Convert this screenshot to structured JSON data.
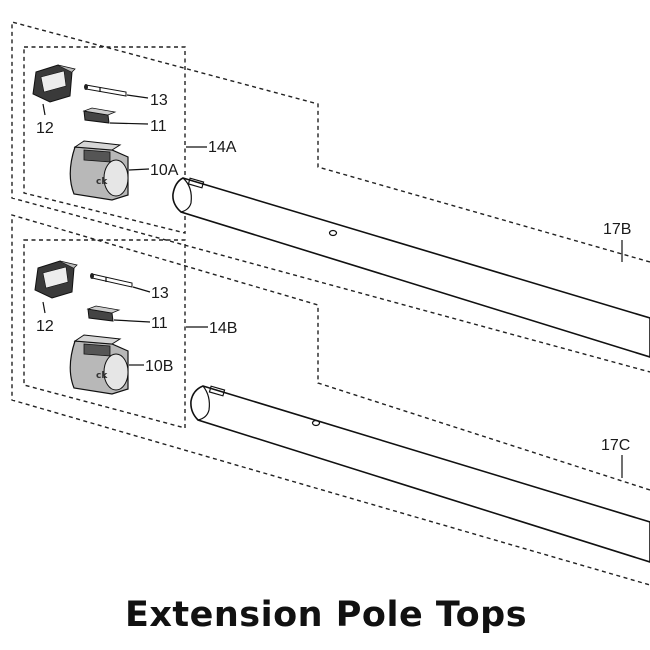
{
  "title": "Extension Pole Tops",
  "colors": {
    "line": "#111111",
    "background": "#ffffff"
  },
  "assemblies": [
    {
      "kit_label": "14A",
      "pole_label": "17B",
      "parts": [
        {
          "callout": "13",
          "item": "pin"
        },
        {
          "callout": "12",
          "item": "clip"
        },
        {
          "callout": "11",
          "item": "spring plate"
        },
        {
          "callout": "10A",
          "item": "lock head"
        }
      ]
    },
    {
      "kit_label": "14B",
      "pole_label": "17C",
      "parts": [
        {
          "callout": "13",
          "item": "pin"
        },
        {
          "callout": "12",
          "item": "clip"
        },
        {
          "callout": "11",
          "item": "spring plate"
        },
        {
          "callout": "10B",
          "item": "lock head"
        }
      ]
    }
  ]
}
